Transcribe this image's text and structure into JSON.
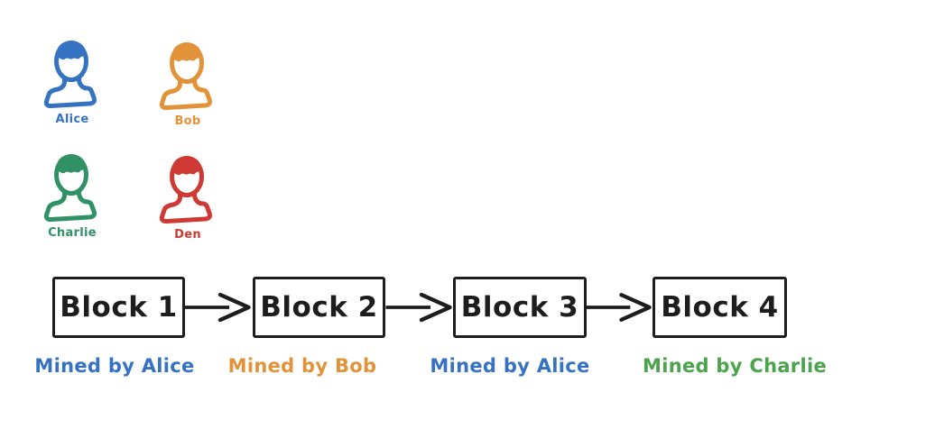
{
  "page": {
    "background": "#ffffff"
  },
  "people": [
    {
      "name": "Alice",
      "color": "#3572c2"
    },
    {
      "name": "Bob",
      "color": "#e2933a"
    },
    {
      "name": "Charlie",
      "color": "#2f9165"
    },
    {
      "name": "Den",
      "color": "#ce3a33"
    }
  ],
  "chain": {
    "stroke_color": "#1d1d1d",
    "blocks": [
      {
        "label": "Block 1",
        "miner_caption": "Mined by Alice",
        "caption_color": "#3572c2"
      },
      {
        "label": "Block 2",
        "miner_caption": "Mined by Bob",
        "caption_color": "#e2933a"
      },
      {
        "label": "Block 3",
        "miner_caption": "Mined by Alice",
        "caption_color": "#3572c2"
      },
      {
        "label": "Block 4",
        "miner_caption": "Mined by Charlie",
        "caption_color": "#4ba34c"
      }
    ]
  }
}
